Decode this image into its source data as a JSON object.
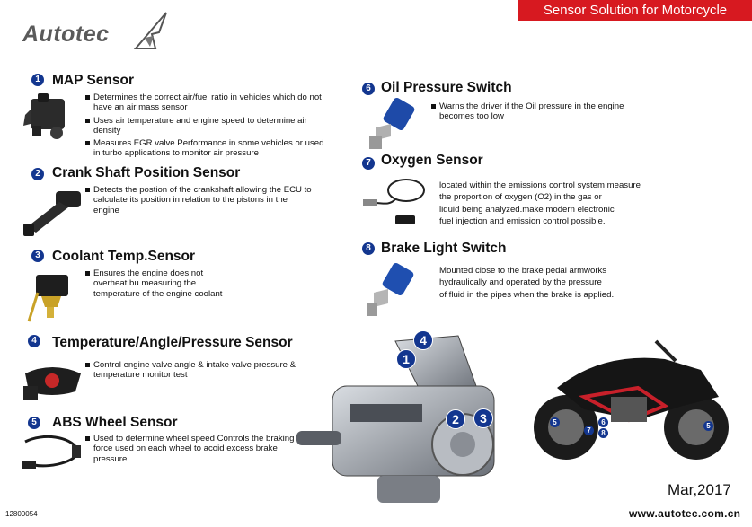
{
  "banner": "Sensor Solution for Motorcycle",
  "brand": "Autotec",
  "sensors": [
    {
      "num": "1",
      "title": "MAP Sensor",
      "style": "bullet",
      "lines": [
        "Determines the correct air/fuel ratio in vehicles which do not have an air mass sensor",
        "Uses air temperature and engine speed to determine air density",
        "Measures EGR valve Performance in some vehicles or used in turbo applications to monitor air pressure"
      ]
    },
    {
      "num": "2",
      "title": "Crank Shaft Position Sensor",
      "style": "bullet",
      "lines": [
        "Detects the postion of the crankshaft allowing the ECU to calculate its position in relation to the pistons in the engine"
      ]
    },
    {
      "num": "3",
      "title": "Coolant Temp.Sensor",
      "style": "bullet",
      "lines": [
        "Ensures the engine does not overheat bu measuring the temperature of the engine coolant"
      ]
    },
    {
      "num": "4",
      "title": "Temperature/Angle/Pressure Sensor",
      "style": "bullet",
      "lines": [
        "Control engine valve angle & intake valve pressure & temperature monitor test"
      ]
    },
    {
      "num": "5",
      "title": "ABS Wheel Sensor",
      "style": "bullet",
      "lines": [
        "Used to determine wheel speed Controls the braking force used on each wheel to acoid excess brake pressure"
      ]
    },
    {
      "num": "6",
      "title": "Oil Pressure Switch",
      "style": "bullet",
      "lines": [
        "Warns the driver if the Oil pressure in the engine becomes too low"
      ]
    },
    {
      "num": "7",
      "title": "Oxygen Sensor",
      "style": "plain",
      "lines": [
        "located within the emissions control system measure",
        "the proportion of oxygen (O2) in the gas or",
        "liquid being analyzed.make modern electronic",
        "fuel injection and emission control possible."
      ]
    },
    {
      "num": "8",
      "title": "Brake Light Switch",
      "style": "plain",
      "lines": [
        "Mounted close to the brake pedal armworks",
        "hydraulically and operated by the pressure",
        "of fluid in the pipes when the brake is applied."
      ]
    }
  ],
  "engine_markers": [
    "1",
    "2",
    "3",
    "4"
  ],
  "bike_markers": [
    "5",
    "6",
    "7",
    "8",
    "5"
  ],
  "date": "Mar,2017",
  "url": "www.autotec.com.cn",
  "code": "12800054",
  "colors": {
    "banner": "#d71920",
    "marker": "#13368f",
    "bike_frame": "#c8202a"
  }
}
